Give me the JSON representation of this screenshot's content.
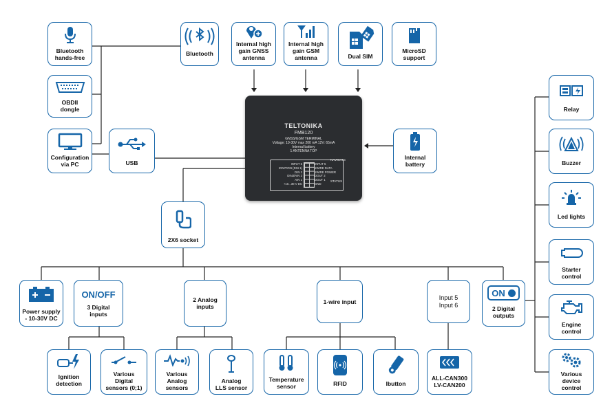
{
  "top": {
    "bt_handsfree": "Bluetooth\nhands-free",
    "bluetooth": "Bluetooth",
    "gnss": "Internal high\ngain GNSS\nantenna",
    "gsm": "Internal high\ngain GSM\nantenna",
    "dualsim": "Dual SIM",
    "microsd": "MicroSD\nsupport"
  },
  "left": {
    "obdii": "OBDII\ndongle",
    "config_pc": "Configuration\nvia PC",
    "usb": "USB"
  },
  "battery": "Internal\nbattery",
  "device": {
    "brand": "TELTONIKA",
    "model": "FMB120",
    "sub": "GNSS/GSM TERMINAL",
    "power": "Voltage: 10-30V  max 200 mA  12V: 65mA",
    "battery_note": "Internal battery",
    "antenna_top": "1 ANTENNA TOP",
    "pins_left": "INPUT 6\nIGNITION (DIN 1)\nDIN 2\nDIN3/AIN 2\nAIN 1\n+10...30 V DC",
    "pins_right": "INPUT 5\n1WIRE DATA\n1WIRE POWER\nDOUT 2\nDOUT 1\nGND",
    "navigate": "NAVIGATE",
    "status": "STATUS"
  },
  "socket": "2X6 socket",
  "inputs": {
    "power_symbols": "+ −",
    "power": "Power supply\n- 10-30V DC",
    "onoff_title": "ON/OFF",
    "digital3": "3 Digital\ninputs",
    "analog2": "2 Analog\ninputs",
    "wire1": "1-wire input",
    "input56": "Input 5\nInput 6",
    "onbadge": "ON",
    "digital_out": "2 Digital\noutputs"
  },
  "sensors": {
    "ignition": "Ignition\ndetection",
    "digital_sensors": "Various\nDigital\nsensors (0;1)",
    "analog_sensors": "Various\nAnalog\nsensors",
    "lls": "Analog\nLLS sensor",
    "temp": "Temperature\nsensor",
    "rfid": "RFID",
    "ibutton": "Ibutton",
    "can": "ALL-CAN300\nLV-CAN200"
  },
  "outputs": {
    "relay": "Relay",
    "buzzer": "Buzzer",
    "led": "Led lights",
    "starter": "Starter\ncontrol",
    "engine": "Engine\ncontrol",
    "device_ctrl": "Various\ndevice\ncontrol"
  },
  "colors": {
    "accent": "#1565a8",
    "device": "#2b2d30"
  }
}
